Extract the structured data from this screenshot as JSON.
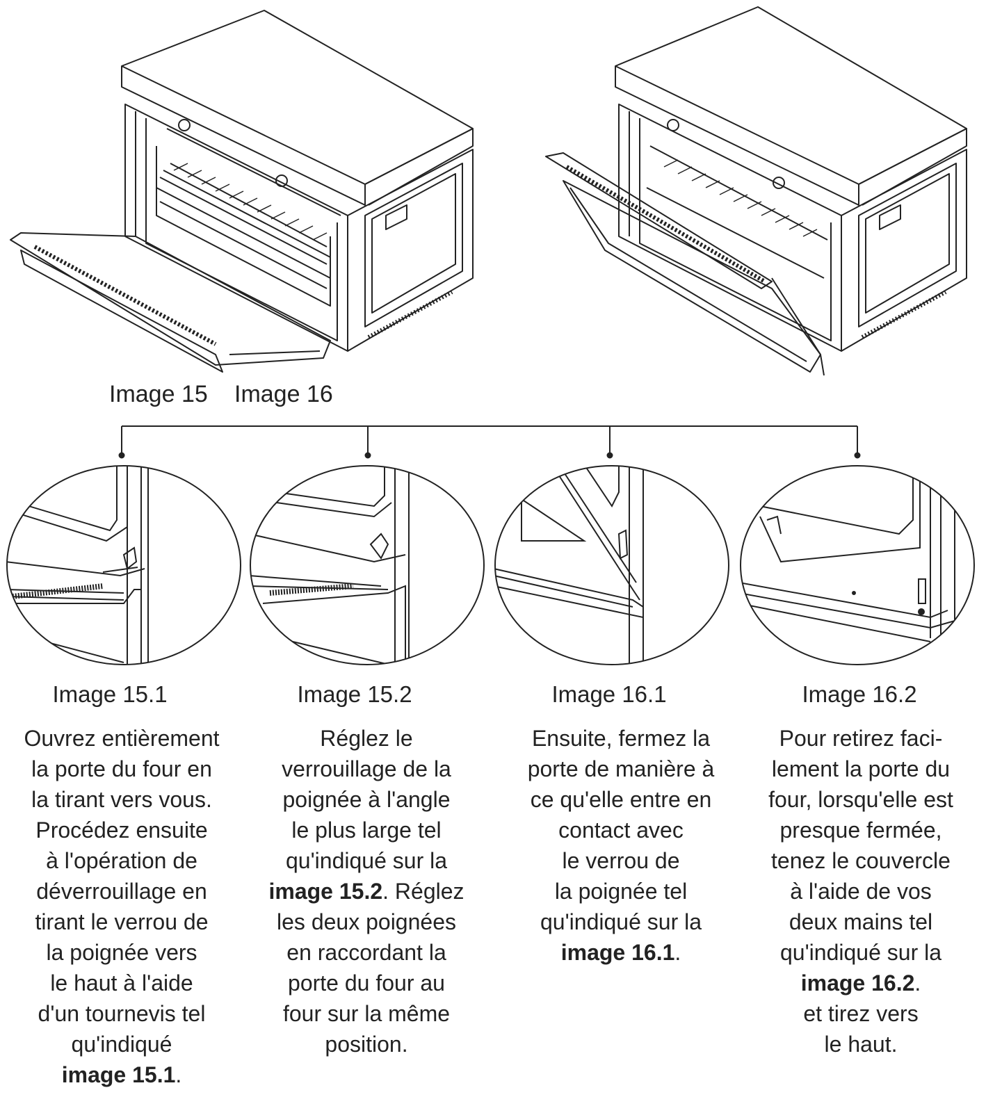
{
  "top_captions": {
    "image15": "Image 15",
    "image16": "Image 16"
  },
  "details": [
    {
      "caption": "Image 15.1",
      "lines": [
        {
          "text": "Ouvrez entièrement"
        },
        {
          "text": "la porte du four en"
        },
        {
          "text": "la tirant vers vous."
        },
        {
          "text": "Procédez ensuite"
        },
        {
          "text": "à l'opération de"
        },
        {
          "text": "déverrouillage en"
        },
        {
          "text": "tirant le verrou de"
        },
        {
          "text": "la poignée vers"
        },
        {
          "text": "le haut à l'aide"
        },
        {
          "text": "d'un tournevis tel"
        },
        {
          "text": "qu'indiqué"
        },
        {
          "bold": "image 15.1",
          "rest": "."
        }
      ]
    },
    {
      "caption": "Image 15.2",
      "lines": [
        {
          "text": "Réglez le"
        },
        {
          "text": "verrouillage de la"
        },
        {
          "text": "poignée à l'angle"
        },
        {
          "text": "le plus large tel"
        },
        {
          "text": "qu'indiqué sur la"
        },
        {
          "bold": "image 15.2",
          "rest": ". Réglez"
        },
        {
          "text": "les deux poignées"
        },
        {
          "text": "en raccordant la"
        },
        {
          "text": "porte du four au"
        },
        {
          "text": "four sur la même"
        },
        {
          "text": "position."
        }
      ]
    },
    {
      "caption": "Image 16.1",
      "lines": [
        {
          "text": "Ensuite, fermez la"
        },
        {
          "text": "porte de manière à"
        },
        {
          "text": "ce qu'elle entre en"
        },
        {
          "text": "contact avec"
        },
        {
          "text": "le verrou de"
        },
        {
          "text": "la poignée tel"
        },
        {
          "text": "qu'indiqué sur la"
        },
        {
          "bold": "image 16.1",
          "rest": "."
        }
      ]
    },
    {
      "caption": "Image 16.2",
      "lines": [
        {
          "text": "Pour retirez faci-"
        },
        {
          "text": "lement la porte du"
        },
        {
          "text": "four, lorsqu'elle est"
        },
        {
          "text": "presque fermée,"
        },
        {
          "text": "tenez le couvercle"
        },
        {
          "text": "à l'aide de vos"
        },
        {
          "text": "deux mains tel"
        },
        {
          "text": "qu'indiqué sur la"
        },
        {
          "bold": "image 16.2",
          "rest": "."
        },
        {
          "text": "et tirez vers"
        },
        {
          "text": "le haut."
        }
      ]
    }
  ]
}
